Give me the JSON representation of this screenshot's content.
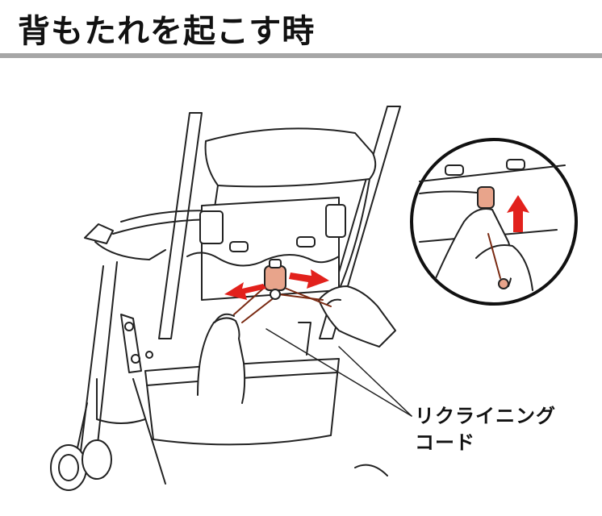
{
  "title": "背もたれを起こす時",
  "callout": {
    "line1": "リクライニング",
    "line2": "コード"
  },
  "colors": {
    "rule": "#a6a6a6",
    "arrow": "#e2211c",
    "cord_tag": "#e8a48b",
    "line_art": "#222222"
  }
}
